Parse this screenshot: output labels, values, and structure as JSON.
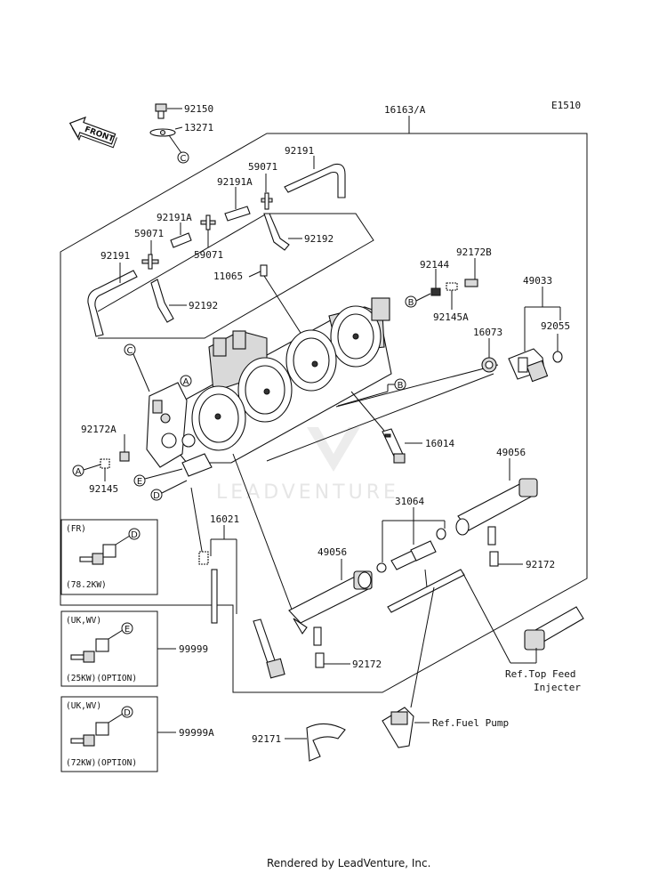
{
  "diagram_code": "E1510",
  "front_label": "FRONT",
  "assembly_number": "16163/A",
  "parts": {
    "p92150": "92150",
    "p13271": "13271",
    "p92191_top": "92191",
    "p59071_top": "59071",
    "p92191A_top": "92191A",
    "p92191A_mid": "92191A",
    "p59071_mid_left": "59071",
    "p59071_mid_right": "59071",
    "p92192_right": "92192",
    "p92191_left": "92191",
    "p92192_left": "92192",
    "p11065": "11065",
    "p92144": "92144",
    "p92172B": "92172B",
    "p49033": "49033",
    "p92145A": "92145A",
    "p16073": "16073",
    "p92055": "92055",
    "p92172A": "92172A",
    "p92145": "92145",
    "p16014": "16014",
    "p49056_right": "49056",
    "p31064": "31064",
    "p16021": "16021",
    "p49056_left": "49056",
    "p92172_right": "92172",
    "p92172_left": "92172",
    "p99999": "99999",
    "p99999A": "99999A",
    "p92171": "92171"
  },
  "callouts": {
    "c_top": "C",
    "c_left": "C",
    "a_body": "A",
    "a_left": "A",
    "b_right": "B",
    "b_body": "B",
    "e_left": "E",
    "d_left": "D",
    "d_fr": "D",
    "e_uk": "E",
    "d_uk": "D"
  },
  "inset_fr": {
    "region": "(FR)",
    "spec": "(78.2KW)"
  },
  "inset_uk1": {
    "region": "(UK,WV)",
    "spec": "(25KW)(OPTION)"
  },
  "inset_uk2": {
    "region": "(UK,WV)",
    "spec": "(72KW)(OPTION)"
  },
  "refs": {
    "top_feed_line1": "Ref.Top Feed",
    "top_feed_line2": "Injecter",
    "fuel_pump": "Ref.Fuel Pump"
  },
  "watermark": "LEADVENTURE",
  "footer": "Rendered by LeadVenture, Inc."
}
